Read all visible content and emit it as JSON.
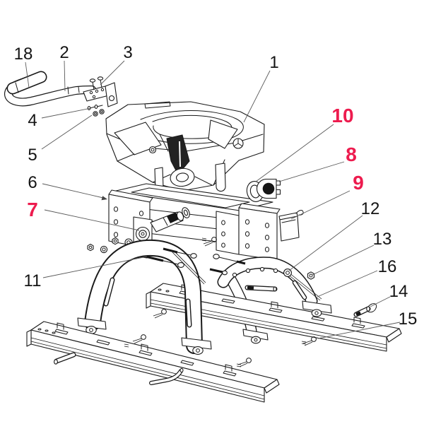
{
  "figure": {
    "type": "exploded-parts-diagram",
    "subject": "fifth-wheel hitch assembly",
    "background": "#ffffff",
    "ink": "#1a1a1a"
  },
  "palette": {
    "label_black": "#141414",
    "label_red": "#ED1B4E",
    "leader_line": "#5a5a5a"
  },
  "callouts": [
    {
      "id": "18",
      "color": "black",
      "target": "handle-grip"
    },
    {
      "id": "2",
      "color": "black",
      "target": "handle-arm"
    },
    {
      "id": "3",
      "color": "black",
      "target": "handle-mount-bolts"
    },
    {
      "id": "1",
      "color": "black",
      "target": "hitch-head"
    },
    {
      "id": "4",
      "color": "black",
      "target": "small-screws"
    },
    {
      "id": "5",
      "color": "black",
      "target": "small-nuts"
    },
    {
      "id": "6",
      "color": "black",
      "target": "support-frame"
    },
    {
      "id": "7",
      "color": "red",
      "target": "pivot-shaft"
    },
    {
      "id": "10",
      "color": "red",
      "target": "ring"
    },
    {
      "id": "8",
      "color": "red",
      "target": "slotted-bushing"
    },
    {
      "id": "9",
      "color": "red",
      "target": "wear-plate"
    },
    {
      "id": "12",
      "color": "black",
      "target": "pivot-washer"
    },
    {
      "id": "13",
      "color": "black",
      "target": "flange-nut"
    },
    {
      "id": "16",
      "color": "black",
      "target": "rear-leg"
    },
    {
      "id": "14",
      "color": "black",
      "target": "clevis-pin"
    },
    {
      "id": "15",
      "color": "black",
      "target": "mounting-rail"
    },
    {
      "id": "11",
      "color": "black",
      "target": "leg-bolt"
    }
  ]
}
